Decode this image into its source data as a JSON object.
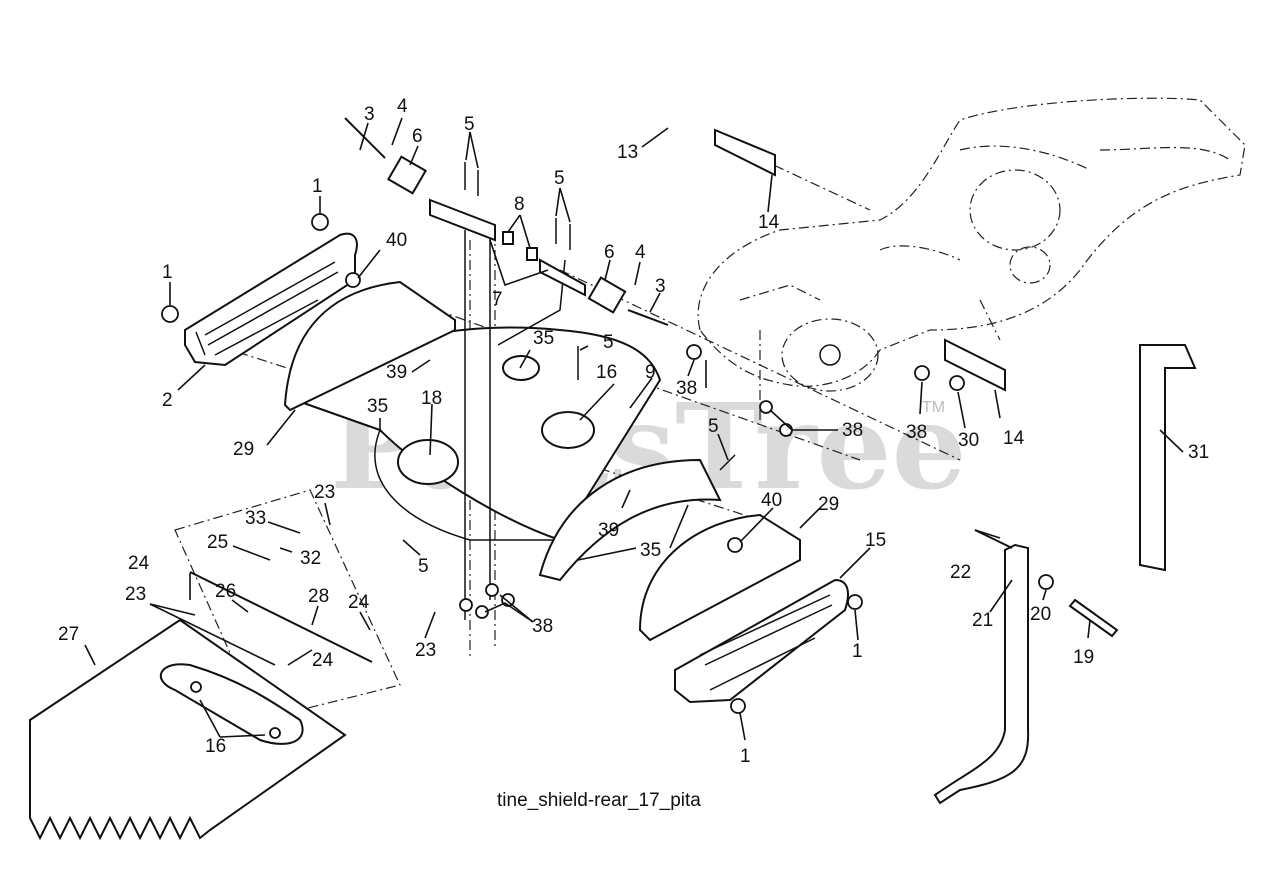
{
  "watermark": "PartsTree",
  "trademark": "TM",
  "caption": "tine_shield-rear_17_pita",
  "callouts": {
    "c1a": "1",
    "c1b": "1",
    "c1c": "1",
    "c1d": "1",
    "c2": "2",
    "c3a": "3",
    "c3b": "3",
    "c4a": "4",
    "c4b": "4",
    "c5a": "5",
    "c5b": "5",
    "c5c": "5",
    "c5d": "5",
    "c5e": "5",
    "c6a": "6",
    "c6b": "6",
    "c7": "7",
    "c8": "8",
    "c9": "9",
    "c13": "13",
    "c14a": "14",
    "c14b": "14",
    "c15": "15",
    "c16a": "16",
    "c16b": "16",
    "c18": "18",
    "c19": "19",
    "c20": "20",
    "c21": "21",
    "c22": "22",
    "c23a": "23",
    "c23b": "23",
    "c23c": "23",
    "c24a": "24",
    "c24b": "24",
    "c24c": "24",
    "c25": "25",
    "c26": "26",
    "c27": "27",
    "c28": "28",
    "c29a": "29",
    "c29b": "29",
    "c30": "30",
    "c31": "31",
    "c32": "32",
    "c33": "33",
    "c35a": "35",
    "c35b": "35",
    "c35c": "35",
    "c38a": "38",
    "c38b": "38",
    "c38c": "38",
    "c38d": "38",
    "c39a": "39",
    "c39b": "39",
    "c40a": "40",
    "c40b": "40"
  }
}
